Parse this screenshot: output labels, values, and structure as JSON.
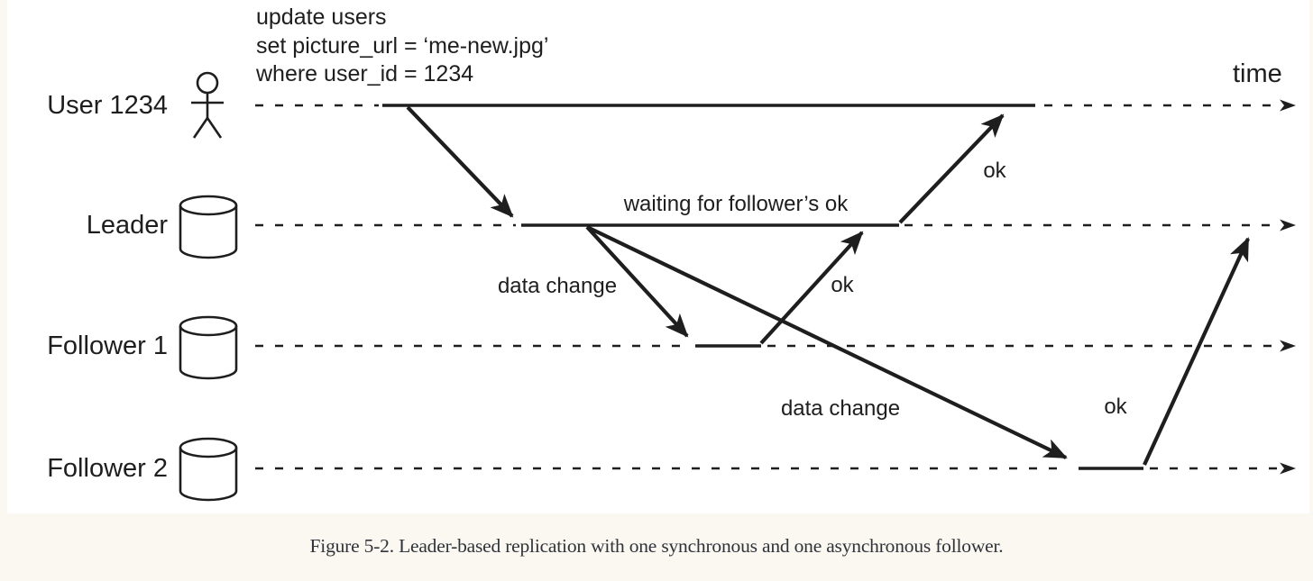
{
  "page": {
    "background_color": "#faf8f0",
    "canvas_color": "#ffffff",
    "ink_color": "#1e1e1e",
    "caption": "Figure 5-2. Leader-based replication with one synchronous and one asynchronous follower."
  },
  "diagram": {
    "time_label": "time",
    "query_lines": [
      "update users",
      "set picture_url = ‘me-new.jpg’",
      "where user_id = 1234"
    ],
    "actors": [
      {
        "label": "User 1234",
        "icon": "person-icon"
      },
      {
        "label": "Leader",
        "icon": "database-icon"
      },
      {
        "label": "Follower 1",
        "icon": "database-icon"
      },
      {
        "label": "Follower 2",
        "icon": "database-icon"
      }
    ],
    "labels": {
      "waiting": "waiting for follower’s ok",
      "data_change_to_follower1": "data change",
      "data_change_to_follower2": "data change",
      "ok_follower1_to_leader": "ok",
      "ok_leader_to_user": "ok",
      "ok_follower2_to_leader": "ok"
    }
  }
}
